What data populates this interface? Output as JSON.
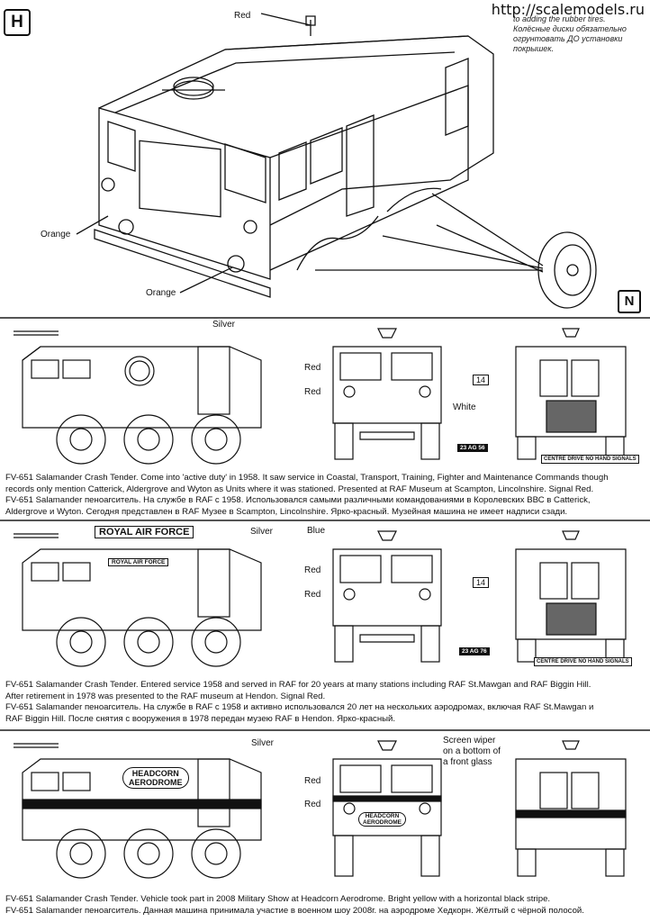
{
  "step_label": "H",
  "watermark": "http://scalemodels.ru",
  "note": {
    "line1": "to adding the rubber tires.",
    "line2": "Колёсные диски обязательно",
    "line3": "огрунтовать ДО установки",
    "line4": "покрышек."
  },
  "main_view": {
    "red_label": "Red",
    "orange_top_label": "Orange",
    "orange_bottom_label": "Orange",
    "wheel_box_label": "N"
  },
  "variants": [
    {
      "silver_label": "Silver",
      "red_label_1": "Red",
      "red_label_2": "Red",
      "white_label": "White",
      "plate": "23 AG 56",
      "sign": "CENTRE DRIVE NO HAND SIGNALS",
      "marker_14": "14",
      "caption": [
        "FV-651 Salamander Crash Tender. Come into 'active duty' in 1958. It saw service in Coastal, Transport, Training, Fighter and Maintenance Commands though",
        "records only mention Catterick, Aldergrove and Wyton as Units where it was stationed. Presented at RAF Museum at Scampton, Lincolnshire. Signal Red.",
        "FV-651 Salamander пеноагситель. На службе в RAF с 1958. Использовался самыми различными командованиями в Королевских ВВС в Catterick,",
        "Aldergrove и Wyton. Сегодня представлен в RAF Музее в Scampton, Lincolnshire. Ярко-красный. Музейная машина не имеет надписи сзади."
      ]
    },
    {
      "silver_label": "Silver",
      "blue_label": "Blue",
      "red_label_1": "Red",
      "red_label_2": "Red",
      "banner": "ROYAL AIR FORCE",
      "banner_small": "ROYAL AIR FORCE",
      "plate": "23 AG 76",
      "sign": "CENTRE DRIVE NO HAND SIGNALS",
      "marker_14": "14",
      "caption": [
        "FV-651 Salamander Crash Tender. Entered service 1958 and served in RAF for 20 years at many stations including RAF St.Mawgan and RAF Biggin Hill.",
        "After retirement in 1978 was presented to the RAF museum at Hendon. Signal Red.",
        "FV-651 Salamander пеноагситель. На службе в RAF с 1958 и активно использовался 20 лет на нескольких аэродромах, включая RAF St.Mawgan и",
        "RAF Biggin Hill. После снятия с вооружения в 1978 передан музею RAF в Hendon. Ярко-красный."
      ]
    },
    {
      "silver_label": "Silver",
      "red_label_1": "Red",
      "red_label_2": "Red",
      "screen_wiper_1": "Screen wiper",
      "screen_wiper_2": "on a bottom of",
      "screen_wiper_3": "a front glass",
      "emblem_top": "HEADCORN",
      "emblem_bottom": "AERODROME",
      "caption": [
        "FV-651 Salamander Crash Tender. Vehicle took part in 2008 Military Show at Headcorn Aerodrome. Bright yellow with a horizontal black stripe.",
        "FV-651 Salamander пеноагситель. Данная машина принимала участие в военном шоу 2008г. на аэродроме Хедкорн. Жёлтый с чёрной полосой."
      ]
    }
  ]
}
